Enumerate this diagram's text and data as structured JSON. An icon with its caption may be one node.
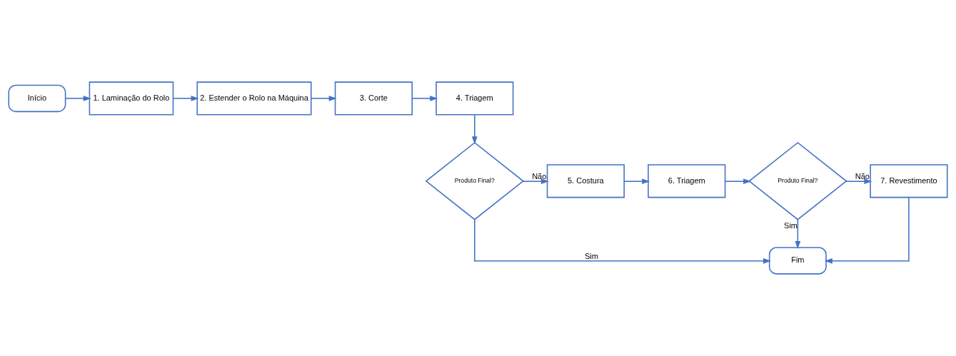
{
  "diagram": {
    "nodes": [
      {
        "text": [
          "Início"
        ]
      },
      {
        "text": [
          "1. Laminação do Rolo"
        ]
      },
      {
        "text": [
          "2. Estender o Rolo na Máquina"
        ]
      },
      {
        "text": [
          "3. Corte"
        ]
      },
      {
        "text": [
          "4. Triagem"
        ]
      },
      {
        "text": [
          "Produto Final?"
        ]
      },
      {
        "text": [
          "5. Costura"
        ]
      },
      {
        "text": [
          "6. Triagem"
        ]
      },
      {
        "text": [
          "Produto Final?"
        ]
      },
      {
        "text": [
          "7. Revestimento"
        ]
      },
      {
        "text": [
          "Fim"
        ]
      }
    ],
    "edges": [
      {
        "from": 0,
        "to": 1,
        "arrow": "to"
      },
      {
        "from": 1,
        "to": 2,
        "arrow": "to"
      },
      {
        "from": 2,
        "to": 3,
        "arrow": "to"
      },
      {
        "from": 3,
        "to": 4,
        "arrow": "to"
      },
      {
        "from": 4,
        "to": 5,
        "arrow": "to"
      },
      {
        "from": 5,
        "to": 6,
        "arrow": "to",
        "label": "Não"
      },
      {
        "from": 5,
        "to": 10,
        "arrow": "to",
        "label": "Sim"
      },
      {
        "from": 6,
        "to": 7,
        "arrow": "to"
      },
      {
        "from": 7,
        "to": 8,
        "arrow": "to"
      },
      {
        "from": 8,
        "to": 9,
        "arrow": "to",
        "label": "Não"
      },
      {
        "from": 8,
        "to": 10,
        "arrow": "to",
        "label": "Sim"
      },
      {
        "from": 9,
        "to": 10,
        "arrow": "to"
      }
    ]
  }
}
